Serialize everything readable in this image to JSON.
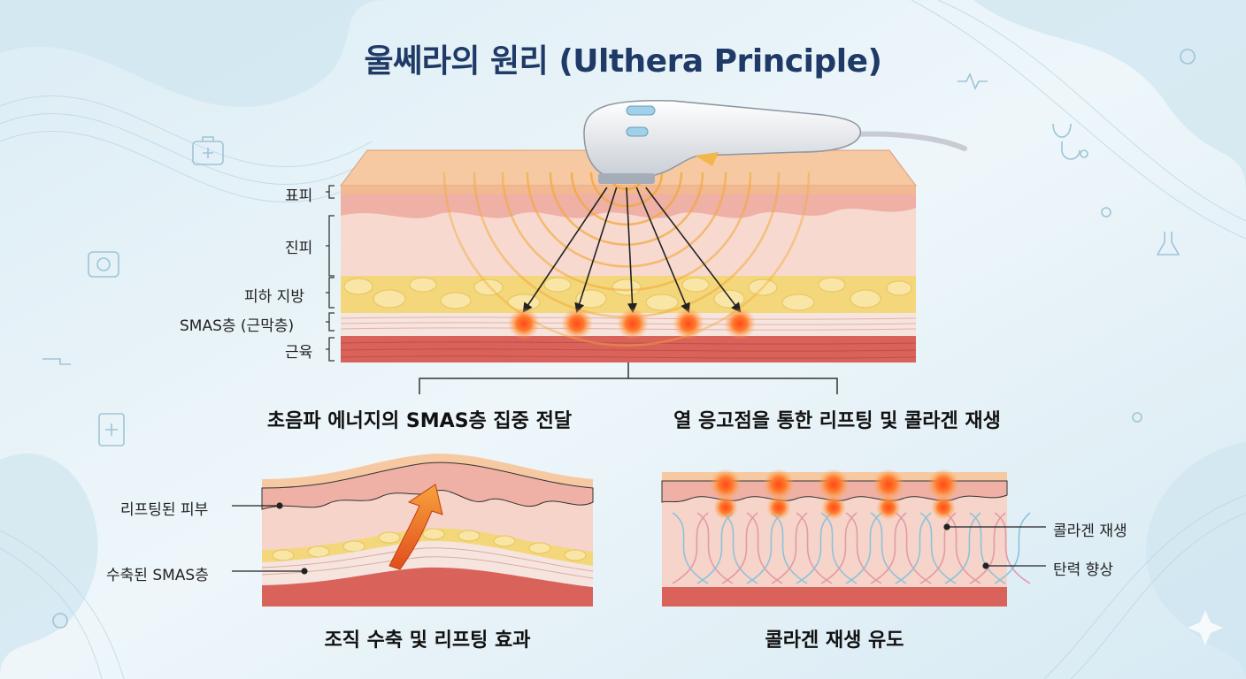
{
  "title": "울쎄라의 원리 (Ulthera Principle)",
  "layers": {
    "epidermis": "표피",
    "dermis": "진피",
    "fat": "피하 지방",
    "smas": "SMAS층 (근막층)",
    "muscle": "근육"
  },
  "captions": {
    "delivery": "초음파 에너지의 SMAS층 집중 전달",
    "coagulation": "열 응고점을 통한 리프팅 및 콜라겐 재생",
    "lifting": "조직 수축 및 리프팅 효과",
    "collagen": "콜라겐 재생 유도"
  },
  "lift_labels": {
    "lifted_skin": "리프팅된 피부",
    "contracted_smas": "수축된 SMAS층"
  },
  "collagen_labels": {
    "regen": "콜라겐 재생",
    "elasticity": "탄력 향상"
  },
  "colors": {
    "title": "#1f3a66",
    "epidermis_top": "#f6c9a2",
    "dermis": "#f7d9cf",
    "fat": "#f3d77a",
    "muscle": "#d9625a",
    "wave": "#f2a93b",
    "focal": "#f0542a"
  }
}
